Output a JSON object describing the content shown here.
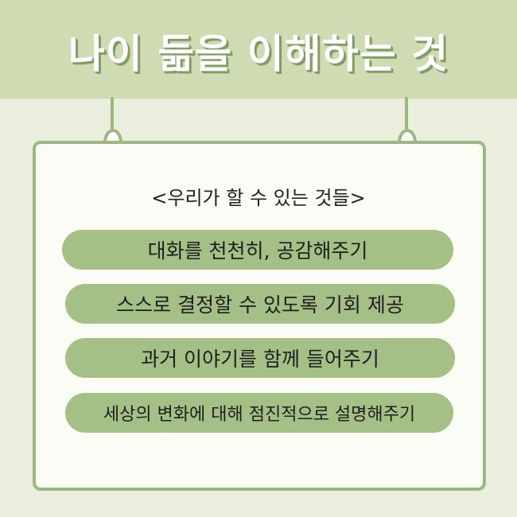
{
  "header": {
    "title": "나이 듦을 이해하는 것"
  },
  "board": {
    "subtitle": "<우리가 할 수 있는 것들>",
    "items": [
      {
        "label": "대화를 천천히, 공감해주기"
      },
      {
        "label": "스스로 결정할 수 있도록 기회 제공"
      },
      {
        "label": "과거 이야기를 함께 들어주기"
      },
      {
        "label": "세상의 변화에 대해 점진적으로 설명해주기"
      }
    ]
  },
  "colors": {
    "header_bg": "#cfdcb3",
    "page_bg": "#eceedd",
    "accent_green": "#9bb97f",
    "pill_green": "#a4c087",
    "title_shadow": "#7f9e63"
  }
}
